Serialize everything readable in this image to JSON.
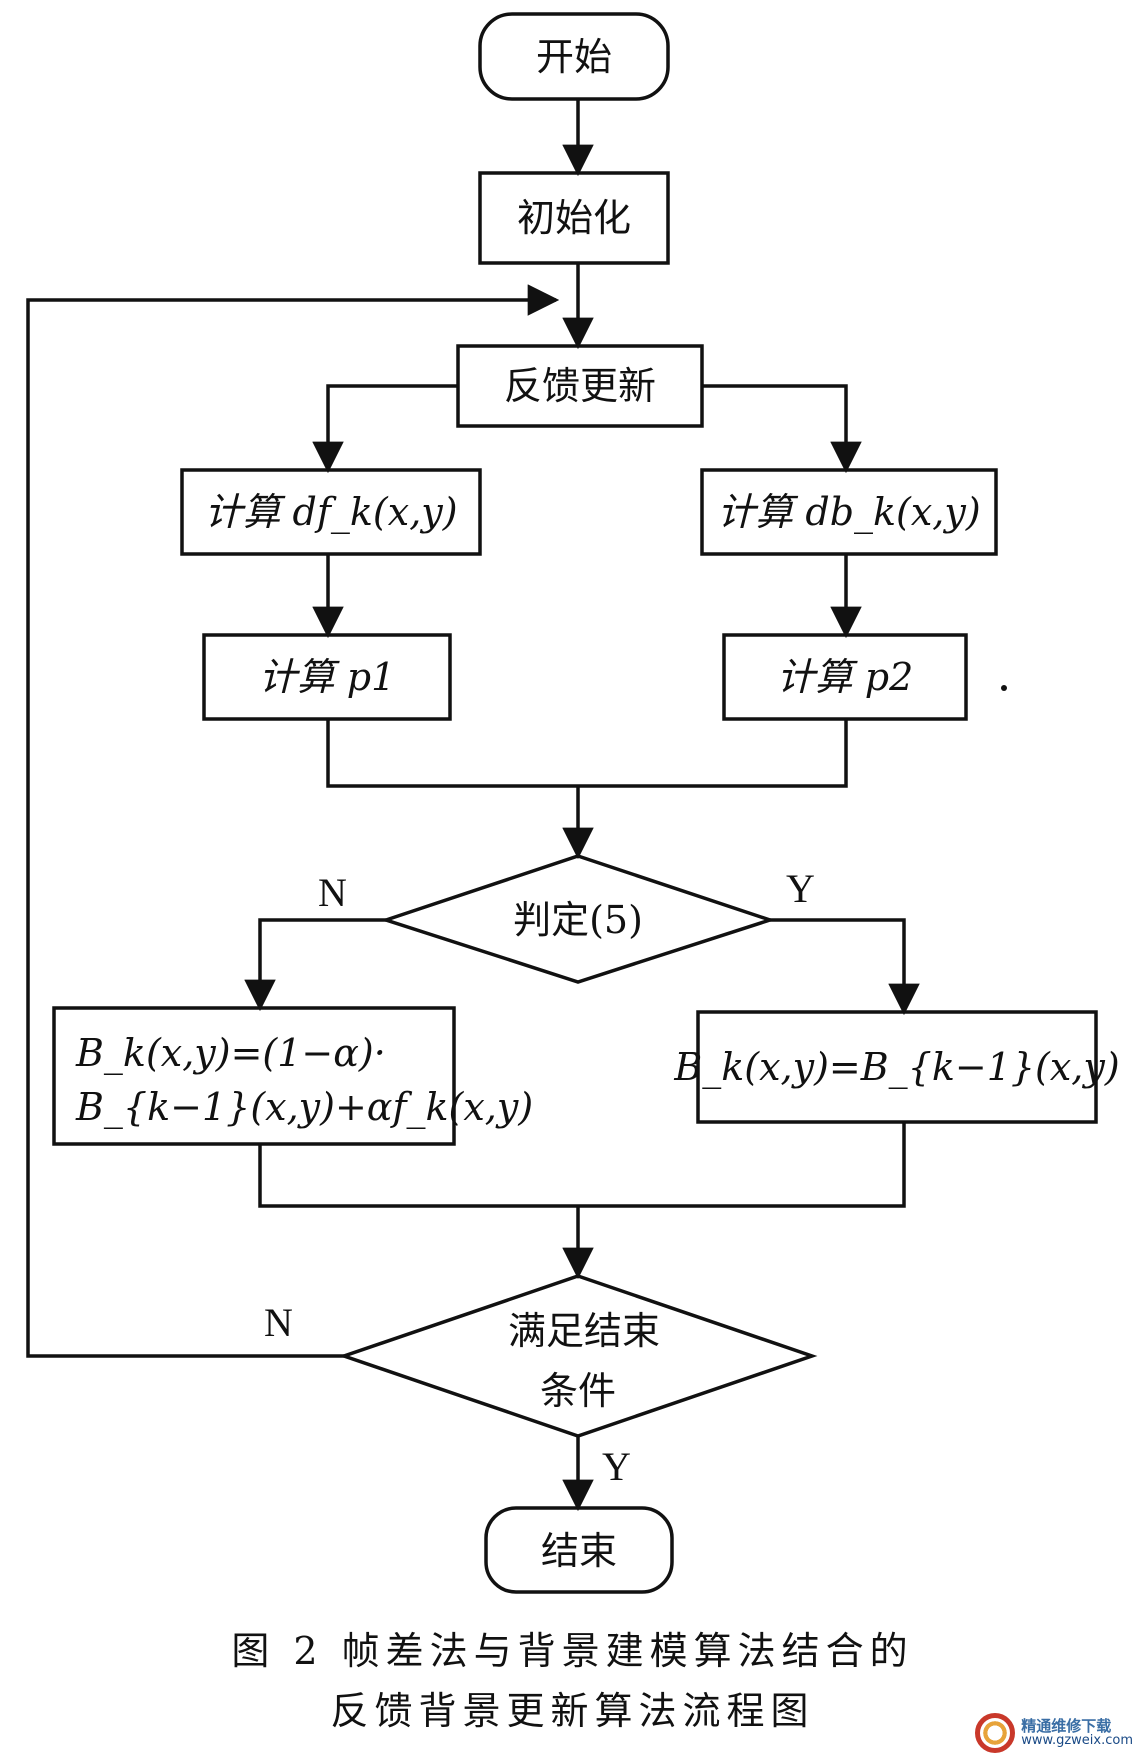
{
  "nodes": {
    "start": "开始",
    "init": "初始化",
    "feedback_update": "反馈更新",
    "calc_df": "计算 df_k(x,y)",
    "calc_db": "计算 db_k(x,y)",
    "calc_p1": "计算 p1",
    "calc_p2": "计算 p2",
    "decision_5": "判定(5)",
    "formula_n_line1": "B_k(x,y)=(1−α)·",
    "formula_n_line2": "B_{k−1}(x,y)+αf_k(x,y)",
    "formula_y": "B_k(x,y)=B_{k−1}(x,y)",
    "end_condition_line1": "满足结束",
    "end_condition_line2": "条件",
    "end": "结束"
  },
  "edge_labels": {
    "decision_5_no": "N",
    "decision_5_yes": "Y",
    "end_condition_no": "N",
    "end_condition_yes": "Y"
  },
  "caption": {
    "line1": "图 2 帧差法与背景建模算法结合的",
    "line2": "反馈背景更新算法流程图"
  },
  "watermark": {
    "title": "精通维修下载",
    "url": "www.gzweix.com"
  }
}
